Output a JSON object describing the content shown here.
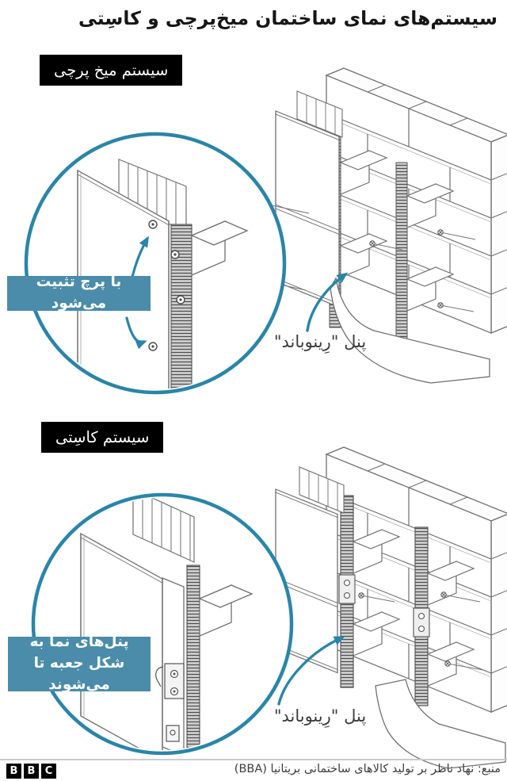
{
  "title": "سیستم‌های نمای ساختمان میخ‌پرچی و کاسِتی",
  "colors": {
    "accent_teal_ring": "#2a85a8",
    "callout_teal_bg": "#4a8caa",
    "tag_bg": "#000000",
    "title_text": "#161616",
    "label_text": "#3d3d3d",
    "line_art": "#6f6f6f"
  },
  "sections": {
    "rivet": {
      "tag": "سیستم میخ پرچی",
      "callout": "با پرچ تثبیت می‌شود",
      "panel_label": "پنل \"رِینوباند\""
    },
    "cassette": {
      "tag": "سیستم کاسِتی",
      "callout": "پنل‌های نما به شکل جعبه تا می‌شوند",
      "panel_label": "پنل \"رِینوباند\""
    }
  },
  "footer": {
    "source": "منبع: نهاد ناظر بر تولید کالاهای ساختمانی بریتانیا (BBA)",
    "logo": [
      "B",
      "B",
      "C"
    ]
  }
}
